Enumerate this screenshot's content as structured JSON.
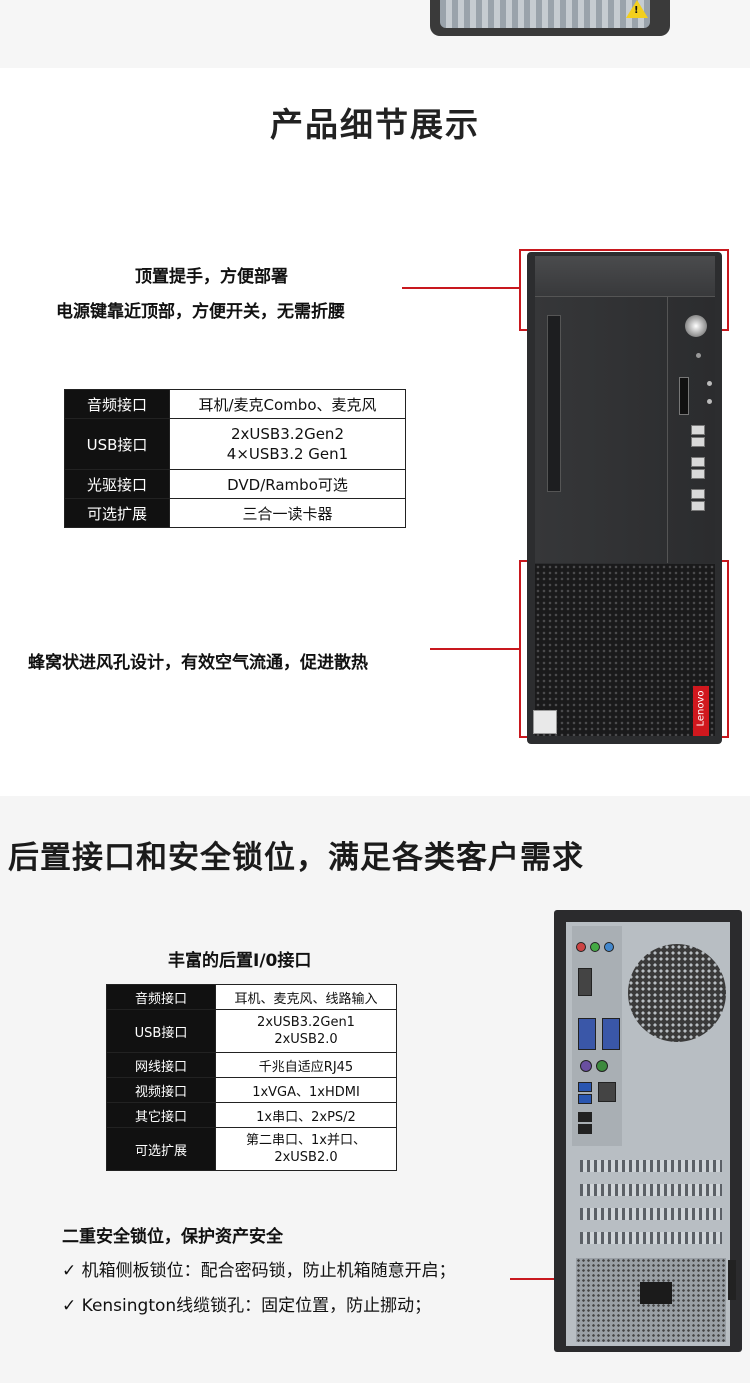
{
  "section1": {
    "title": "产品细节展示",
    "callout_top_line1": "顶置提手，方便部署",
    "callout_top_line2": "电源键靠近顶部，方便开关，无需折腰",
    "callout_grille": "蜂窝状进风孔设计，有效空气流通，促进散热",
    "front_spec_table": [
      {
        "label": "音频接口",
        "value_lines": [
          "耳机/麦克Combo、麦克风"
        ]
      },
      {
        "label": "USB接口",
        "value_lines": [
          "2xUSB3.2Gen2",
          "4×USB3.2 Gen1"
        ]
      },
      {
        "label": "光驱接口",
        "value_lines": [
          "DVD/Rambo可选"
        ]
      },
      {
        "label": "可选扩展",
        "value_lines": [
          "三合一读卡器"
        ]
      }
    ],
    "brand_logo_text": "Lenovo"
  },
  "section2": {
    "title": "后置接口和安全锁位，满足各类客户需求",
    "io_title": "丰富的后置I/0接口",
    "rear_spec_table": [
      {
        "label": "音频接口",
        "value_lines": [
          "耳机、麦克风、线路输入"
        ]
      },
      {
        "label": "USB接口",
        "value_lines": [
          "2xUSB3.2Gen1",
          "2xUSB2.0"
        ]
      },
      {
        "label": "网线接口",
        "value_lines": [
          "千兆自适应RJ45"
        ]
      },
      {
        "label": "视频接口",
        "value_lines": [
          "1xVGA、1xHDMI"
        ]
      },
      {
        "label": "其它接口",
        "value_lines": [
          "1x串口、2xPS/2"
        ]
      },
      {
        "label": "可选扩展",
        "value_lines": [
          "第二串口、1x并口、",
          "2xUSB2.0"
        ]
      }
    ],
    "security_heading": "二重安全锁位，保护资产安全",
    "security_items": [
      "✓ 机箱侧板锁位：配合密码锁，防止机箱随意开启；",
      "✓ Kensington线缆锁孔：固定位置，防止挪动；"
    ]
  },
  "colors": {
    "accent_red": "#c8181e",
    "table_header_bg": "#111111",
    "case_dark": "#2c2d2f"
  },
  "icons": [
    "warning-icon",
    "power-button-icon",
    "usb-port-icon",
    "check-icon"
  ]
}
